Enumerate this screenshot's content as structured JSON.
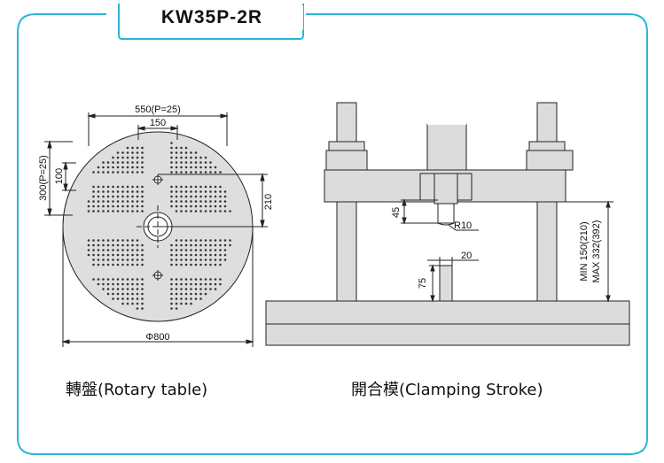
{
  "title": "KW35P-2R",
  "captions": {
    "left": "轉盤(Rotary table)",
    "right": "開合模(Clamping Stroke)"
  },
  "rotary": {
    "dim_top": "550(P=25)",
    "dim_150": "150",
    "dim_left": "300(P=25)",
    "dim_100": "100",
    "dim_210": "210",
    "dim_diameter": "Φ800"
  },
  "clamp": {
    "dim_45": "45",
    "dim_r10": "R10",
    "dim_20": "20",
    "dim_75": "75",
    "dim_min": "MIN 150(210)",
    "dim_max": "MAX 332(392)"
  },
  "colors": {
    "frame": "#29b6d8",
    "part_fill": "#dcdcdc",
    "line": "#222222"
  }
}
